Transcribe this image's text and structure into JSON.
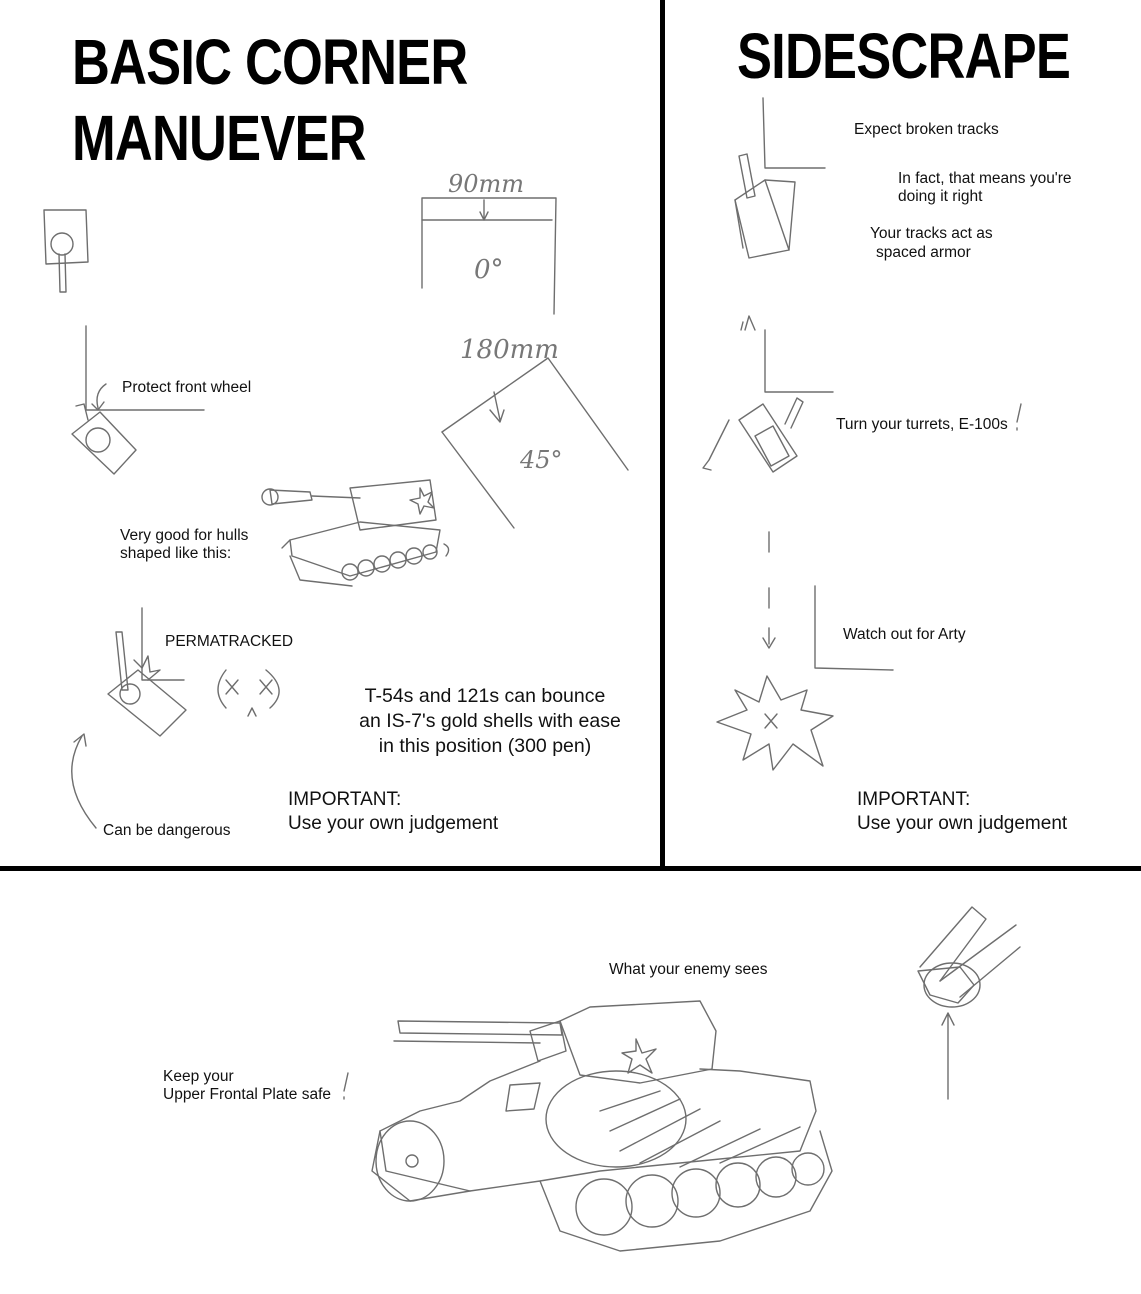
{
  "corner": {
    "title_line1": "BASIC CORNER",
    "title_line2": "MANUEVER",
    "label_90mm": "90mm",
    "label_0deg": "0°",
    "label_180mm": "180mm",
    "label_45deg": "45°",
    "protect_front_wheel": "Protect front wheel",
    "very_good_line1": "Very good for hulls",
    "very_good_line2": "shaped like this:",
    "permatracked": "PERMATRACKED",
    "bounce_line1": "T-54s and 121s can bounce",
    "bounce_line2": "an IS-7's gold shells with ease",
    "bounce_line3": "in this position (300 pen)",
    "can_be_dangerous": "Can be dangerous",
    "important": "IMPORTANT:",
    "judgement": "Use your own judgement"
  },
  "sidescrape": {
    "title": "SIDESCRAPE",
    "expect_broken": "Expect broken tracks",
    "in_fact_line1": "In fact, that means you're",
    "in_fact_line2": "doing it right",
    "spaced_line1": "Your tracks act as",
    "spaced_line2": "spaced armor",
    "turn_turrets": "Turn your turrets, E-100s",
    "watch_arty": "Watch out for Arty",
    "important": "IMPORTANT:",
    "judgement": "Use your own judgement"
  },
  "bottom": {
    "enemy_sees": "What your enemy sees",
    "keep_line1": "Keep your",
    "keep_line2": "Upper Frontal Plate safe"
  }
}
